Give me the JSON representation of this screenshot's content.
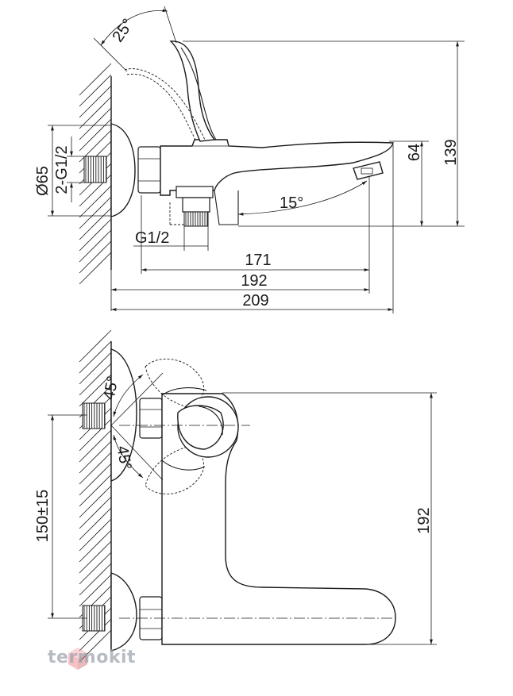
{
  "dimensions": {
    "angle_lever": "25°",
    "angle_spout": "15°",
    "height_total": "139",
    "height_spout": "64",
    "diameter_flange": "Ø65",
    "thread_wall": "2-G1/2",
    "thread_outlet": "G1/2",
    "len_171": "171",
    "len_192": "192",
    "len_209": "209",
    "angle_top": "45°",
    "angle_bottom": "45°",
    "spacing": "150±15",
    "height_side": "192"
  },
  "watermark": {
    "brand": "termokit",
    "logo_icon": "hexagon-cube-icon",
    "color": "#e8505b"
  }
}
